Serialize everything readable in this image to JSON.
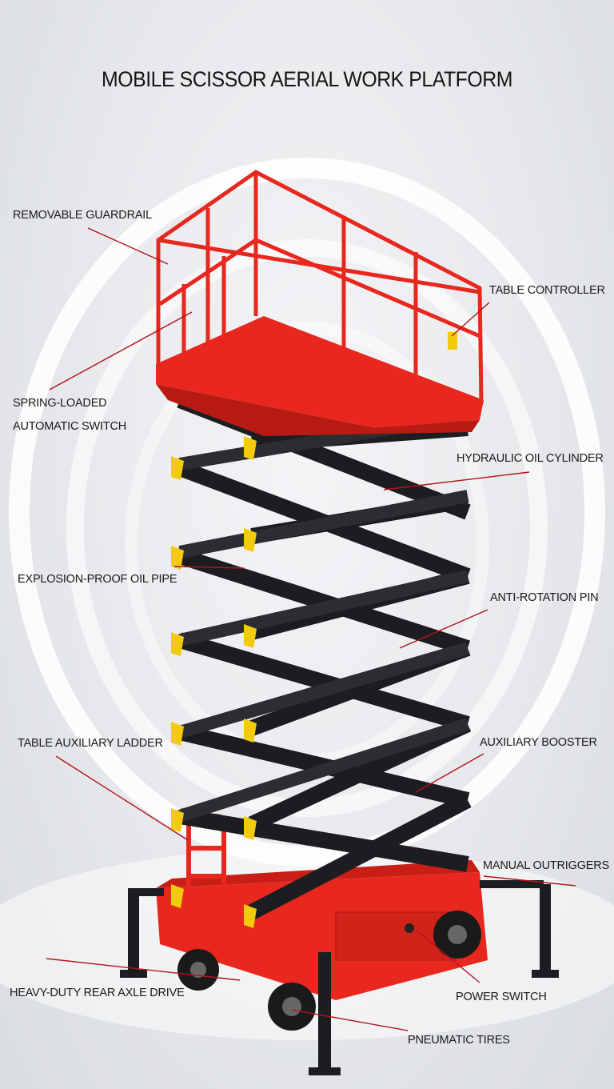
{
  "title": "MOBILE SCISSOR AERIAL WORK PLATFORM",
  "labels": {
    "removable_guardrail": "REMOVABLE GUARDRAIL",
    "table_controller": "TABLE CONTROLLER",
    "spring_loaded_1": "SPRING-LOADED",
    "spring_loaded_2": "AUTOMATIC SWITCH",
    "hydraulic_oil_cylinder": "HYDRAULIC OIL CYLINDER",
    "explosion_proof_oil_pipe": "EXPLOSION-PROOF OIL PIPE",
    "anti_rotation_pin": "ANTI-ROTATION PIN",
    "table_auxiliary_ladder": "TABLE AUXILIARY LADDER",
    "auxiliary_booster": "AUXILIARY BOOSTER",
    "manual_outriggers": "MANUAL OUTRIGGERS",
    "heavy_duty_rear_axle_drive": "HEAVY-DUTY REAR AXLE DRIVE",
    "power_switch": "POWER SWITCH",
    "pneumatic_tires": "PNEUMATIC TIRES"
  },
  "colors": {
    "frame_red": "#e8281e",
    "scissor_black": "#1c1d20",
    "pad_yellow": "#f2cc0c",
    "leader_red": "#b5121b"
  }
}
